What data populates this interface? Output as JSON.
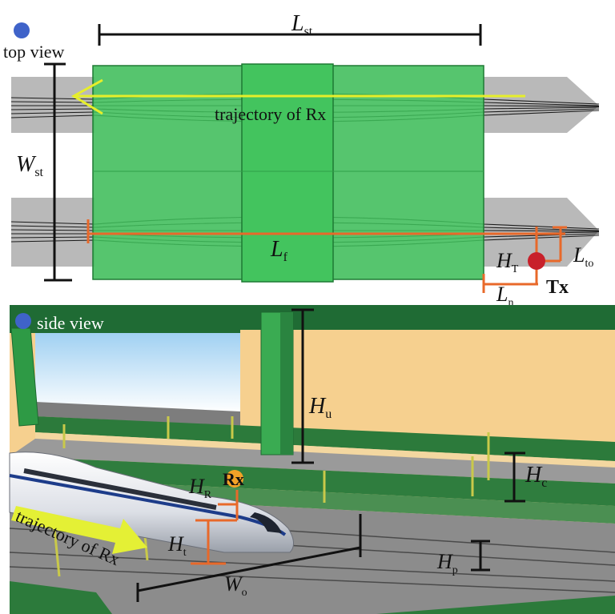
{
  "top_view": {
    "label": "top view",
    "marker_color": "#3f63c9",
    "station_length": {
      "sym": "L",
      "sub": "st"
    },
    "station_width": {
      "sym": "W",
      "sub": "st"
    },
    "platform_length": {
      "sym": "L",
      "sub": "f"
    },
    "tx_height": {
      "sym": "H",
      "sub": "T"
    },
    "tx_offset": {
      "sym": "L",
      "sub": "to"
    },
    "tx_distance": {
      "sym": "L",
      "sub": "n"
    },
    "trajectory_text": "trajectory of Rx",
    "tx_label": "Tx",
    "colors": {
      "platform_green": "#3fbd5a",
      "track_gray": "#b9b9b9",
      "trajectory_yellow": "#e6ee2a",
      "dimension_orange": "#e8692a",
      "tx_red": "#c8202a"
    }
  },
  "side_view": {
    "label": "side view",
    "marker_color": "#3f63c9",
    "beam_height": {
      "sym": "H",
      "sub": "u"
    },
    "catenary_height": {
      "sym": "H",
      "sub": "c"
    },
    "rx_height": {
      "sym": "H",
      "sub": "R"
    },
    "train_height": {
      "sym": "H",
      "sub": "t"
    },
    "platform_height": {
      "sym": "H",
      "sub": "p"
    },
    "track_width": {
      "sym": "W",
      "sub": "o"
    },
    "trajectory_text": "trajectory of Rx",
    "rx_label": "Rx",
    "colors": {
      "wall_tan": "#f6d08f",
      "dark_green": "#1f6b34",
      "track_gray": "#8c8c8c",
      "rx_orange": "#f2a227",
      "arrow_yellow": "#e4f035"
    }
  }
}
